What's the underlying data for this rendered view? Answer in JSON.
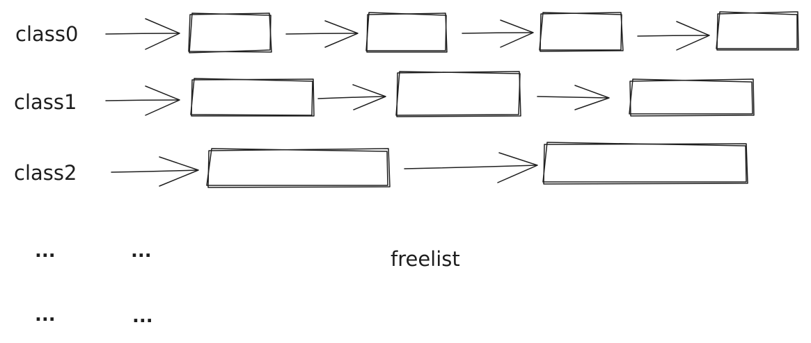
{
  "rows": [
    {
      "label": "class0",
      "block_count": 4
    },
    {
      "label": "class1",
      "block_count": 3
    },
    {
      "label": "class2",
      "block_count": 2
    }
  ],
  "ellipsis": {
    "row1_col1": "...",
    "row1_col2": "...",
    "row2_col1": "...",
    "row2_col2": "..."
  },
  "caption": "freelist",
  "colors": {
    "stroke": "#1e1e1e",
    "background": "#ffffff"
  }
}
